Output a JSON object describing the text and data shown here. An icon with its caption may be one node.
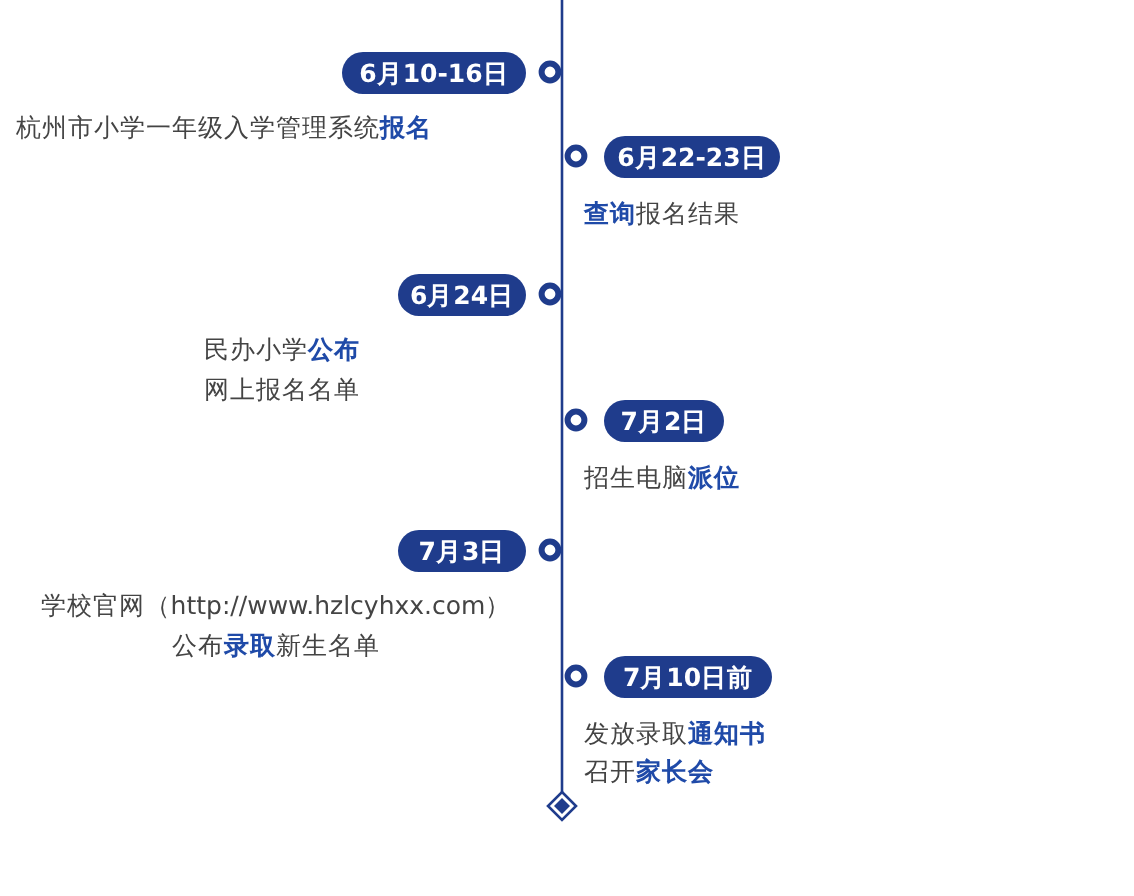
{
  "diagram": {
    "nodes": [
      {
        "text": [
          "6月10-16日"
        ],
        "beside": [
          "杭州市小学一年级入学管理系统**报名**"
        ]
      },
      {
        "text": [
          "6月22-23日"
        ],
        "beside": [
          "**查询**报名结果"
        ]
      },
      {
        "text": [
          "6月24日"
        ],
        "beside": [
          "民办小学**公布**网上报名名单"
        ]
      },
      {
        "text": [
          "7月2日"
        ],
        "beside": [
          "招生电脑**派位**"
        ]
      },
      {
        "text": [
          "7月3日"
        ],
        "beside": [
          "学校官网（http://www.hzlcyhxx.com）",
          "公布**录取**新生名单"
        ]
      },
      {
        "text": [
          "7月10日前"
        ],
        "beside": [
          "发放录取**通知书**",
          "召开**家长会**"
        ]
      }
    ]
  }
}
